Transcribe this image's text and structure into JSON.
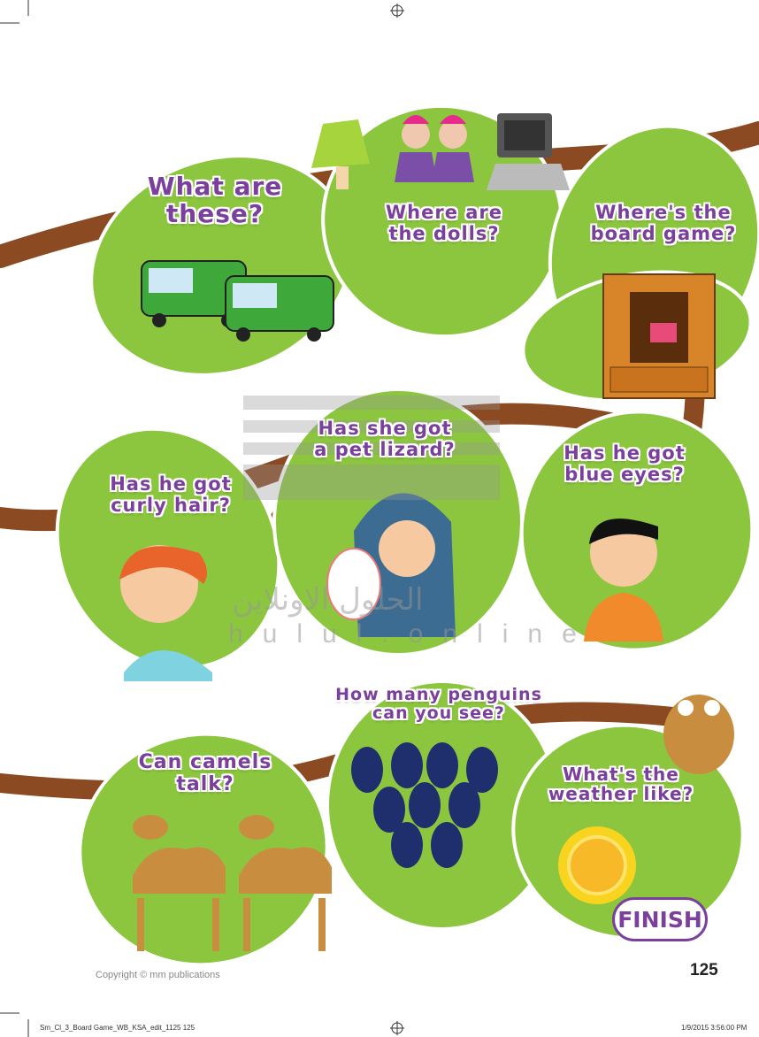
{
  "questions": {
    "what_are_these": [
      "What are",
      "these?"
    ],
    "where_dolls": [
      "Where are",
      "the dolls?"
    ],
    "where_board_game": [
      "Where's the",
      "board game?"
    ],
    "pet_lizard": [
      "Has she got",
      "a pet lizard?"
    ],
    "curly_hair": [
      "Has he got",
      "curly hair?"
    ],
    "blue_eyes": [
      "Has he got",
      "blue eyes?"
    ],
    "penguins": [
      "How many penguins",
      "can you see?"
    ],
    "camels_talk": [
      "Can camels",
      "talk?"
    ],
    "weather": [
      "What's the",
      "weather like?"
    ]
  },
  "finish_label": "FINISH",
  "page_number": "125",
  "copyright": "Copyright © mm publications",
  "watermark": {
    "arabic": "الحلول الاونلاين",
    "latin": "hulul.online"
  },
  "slug": {
    "file": "Sm_Cl_3_Board Game_WB_KSA_edit_1125   125",
    "date": "1/9/2015   3:56:00 PM"
  },
  "colors": {
    "question": "#7b3f9c",
    "leaf": "#8cc63f",
    "branch": "#8b4a22"
  }
}
